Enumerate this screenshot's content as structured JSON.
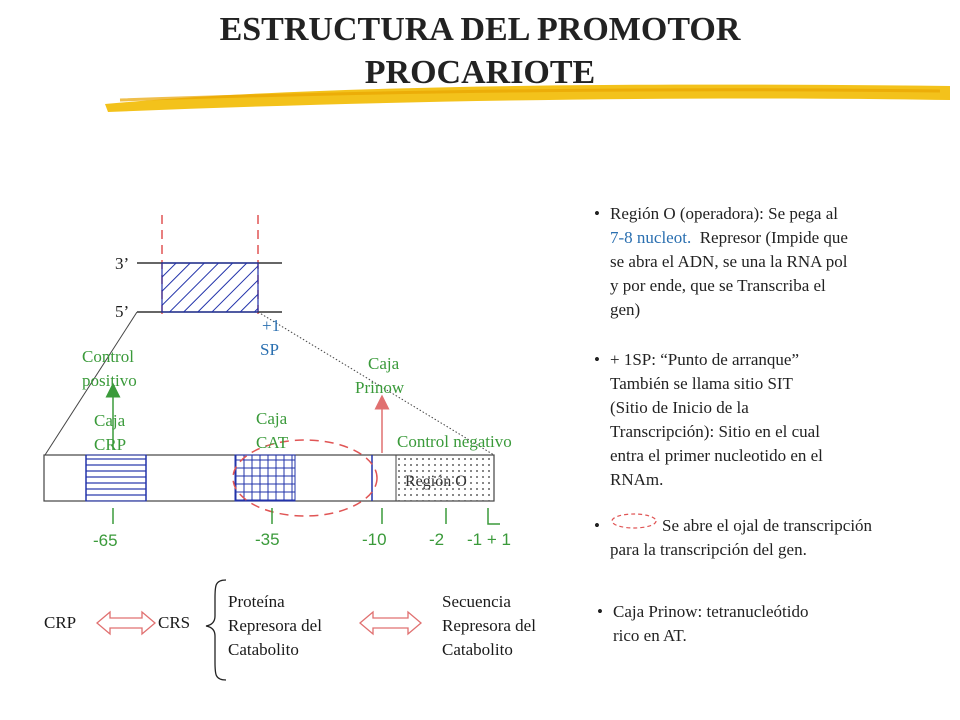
{
  "title": {
    "line1": "ESTRUCTURA DEL PROMOTOR",
    "line2": "PROCARIOTE"
  },
  "colors": {
    "green": "#3a9a3a",
    "blue": "#2a6fb0",
    "hatch": "#2233aa",
    "red": "#e05555",
    "highlight": "#f3c21b"
  },
  "strands": {
    "three_prime": "3’",
    "five_prime": "5’"
  },
  "labels": {
    "plus1_a": "+1",
    "plus1_b": "SP",
    "control_pos_a": "Control",
    "control_pos_b": "positivo",
    "caja_prinow_a": "Caja",
    "caja_prinow_b": "Prinow",
    "caja_crp_a": "Caja",
    "caja_crp_b": "CRP",
    "caja_cat_a": "Caja",
    "caja_cat_b": "CAT",
    "control_neg": "Control negativo",
    "region_o": "Región O"
  },
  "positions": [
    "-65",
    "-35",
    "-10",
    "-2",
    "-1 + 1"
  ],
  "bottom": {
    "crp": "CRP",
    "crs": "CRS",
    "protein": [
      "Proteína",
      "Represora del",
      "Catabolito"
    ],
    "sequence": [
      "Secuencia",
      "Represora del",
      "Catabolito"
    ]
  },
  "bullets": {
    "b1_l1": "Región O (operadora): Se pega al",
    "b1_l2_blue": "7-8 nucleot.",
    "b1_l2_rest": "  Represor (Impide que",
    "b1_l3": "se abra el ADN, se una la RNA pol",
    "b1_l4": "y por ende, que se Transcriba el",
    "b1_l5": "gen)",
    "b2_l1": "+ 1SP: “Punto de arranque”",
    "b2_l2": "También se llama sitio SIT",
    "b2_l3": "(Sitio de Inicio de la",
    "b2_l4": "Transcripción): Sitio en el cual",
    "b2_l5": "entra el primer nucleotido en el",
    "b2_l6": "RNAm.",
    "b3_l1": "Se abre el ojal de transcripción",
    "b3_l2": "para la transcripción del gen.",
    "b4_l1": "Caja Prinow: tetranucleótido",
    "b4_l2": "rico en AT."
  }
}
